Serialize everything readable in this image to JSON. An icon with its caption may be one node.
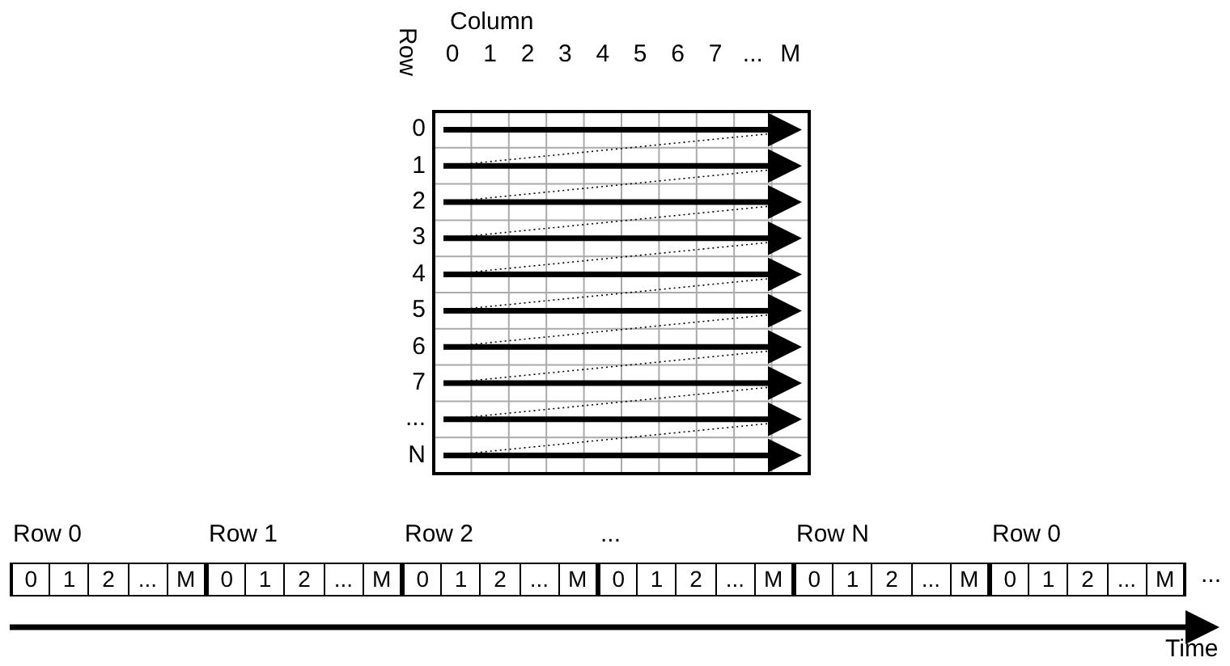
{
  "diagram": {
    "labels": [
      "Column",
      "0",
      "1",
      "2",
      "3",
      "4",
      "5",
      "6",
      "7",
      "...",
      "M",
      "Row",
      "0",
      "1",
      "2",
      "3",
      "4",
      "5",
      "6",
      "7",
      "...",
      "N",
      "Row 0",
      "Row 1",
      "Row 2",
      "...",
      "Row N",
      "Row 0",
      "0",
      "1",
      "2",
      "...",
      "M",
      "0",
      "1",
      "2",
      "...",
      "M",
      "0",
      "1",
      "2",
      "...",
      "M",
      "0",
      "1",
      "2",
      "...",
      "M",
      "0",
      "1",
      "2",
      "...",
      "M",
      "0",
      "1",
      "2",
      "...",
      "M",
      "...",
      "Time"
    ]
  }
}
